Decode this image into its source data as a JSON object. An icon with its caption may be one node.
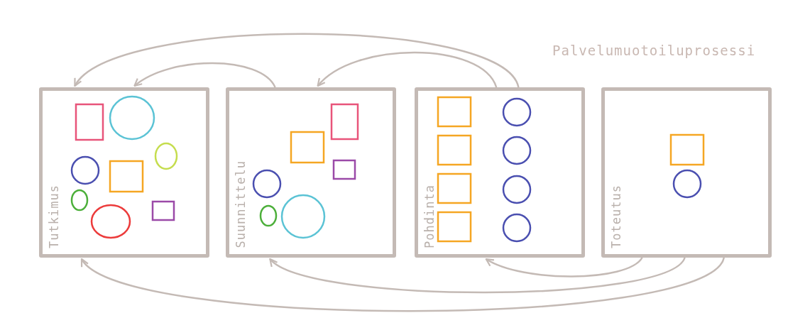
{
  "diagram": {
    "title": "Palvelumuotoiluprosessi",
    "nodes": [
      {
        "text": [
          "Tutkimus"
        ]
      },
      {
        "text": [
          "Suunnittelu"
        ]
      },
      {
        "text": [
          "Pohdinta"
        ]
      },
      {
        "text": [
          "Toteutus"
        ]
      }
    ],
    "edges": [
      {
        "from": 1,
        "to": 0,
        "arrow": "to"
      },
      {
        "from": 2,
        "to": 0,
        "arrow": "to"
      },
      {
        "from": 2,
        "to": 1,
        "arrow": "to"
      },
      {
        "from": 3,
        "to": 2,
        "arrow": "to"
      },
      {
        "from": 3,
        "to": 1,
        "arrow": "to"
      },
      {
        "from": 3,
        "to": 0,
        "arrow": "to"
      }
    ]
  }
}
